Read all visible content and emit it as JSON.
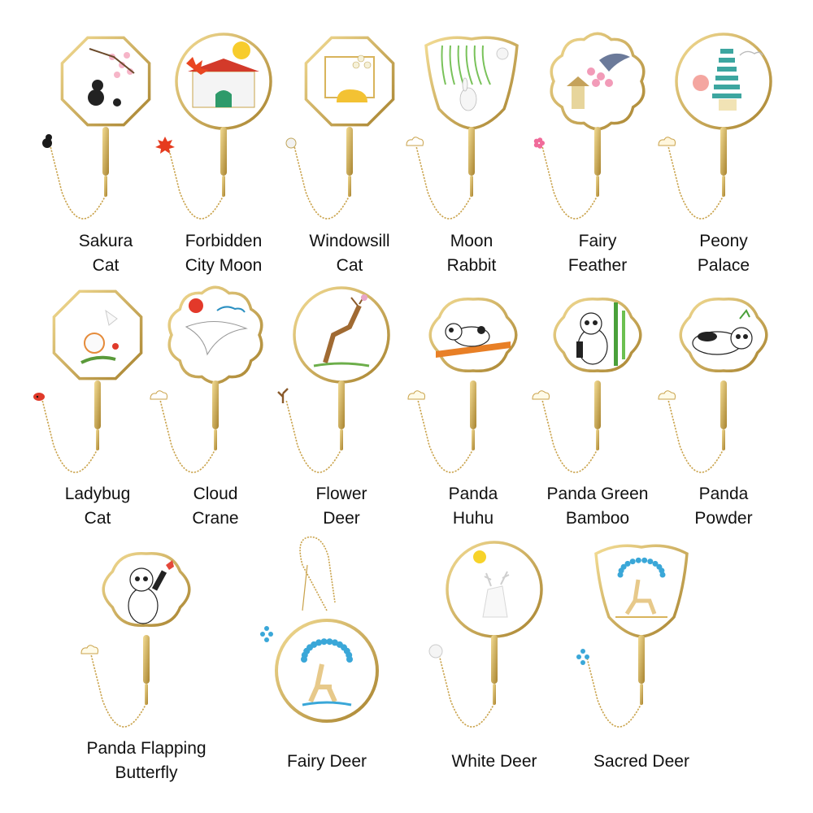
{
  "palette": {
    "gold": "#d8b45c",
    "gold_light": "#f3dc94",
    "gold_dark": "#a8832f",
    "chain": "#c9a24a",
    "fill": "#ffffff"
  },
  "bookmarks": [
    {
      "id": "sakura-cat",
      "line1": "Sakura",
      "line2": "Cat",
      "shape": "octagon",
      "scene": "cat-sakura",
      "charm": "black-cat-charm",
      "charm_color": "#1a1a1a"
    },
    {
      "id": "forbidden-city-moon",
      "line1": "Forbidden",
      "line2": "City Moon",
      "shape": "round",
      "scene": "palace-gate",
      "charm": "maple-leaf-charm",
      "charm_color": "#e63b1f"
    },
    {
      "id": "windowsill-cat",
      "line1": "Windowsill",
      "line2": "Cat",
      "shape": "octagon",
      "scene": "window-cat",
      "charm": "flower-charm",
      "charm_color": "#f2f2f2"
    },
    {
      "id": "moon-rabbit",
      "line1": "Moon",
      "line2": "Rabbit",
      "shape": "shield",
      "scene": "rabbit-willow",
      "charm": "cloud-charm",
      "charm_color": "#ffffff"
    },
    {
      "id": "fairy-feather",
      "line1": "Fairy",
      "line2": "Feather",
      "shape": "scallop",
      "scene": "crane-blossom",
      "charm": "blossom-charm",
      "charm_color": "#f06b9a"
    },
    {
      "id": "peony-palace",
      "line1": "Peony",
      "line2": "Palace",
      "shape": "round",
      "scene": "pagoda-peony",
      "charm": "cloud-charm",
      "charm_color": "#fff6dd"
    },
    {
      "id": "ladybug-cat",
      "line1": "Ladybug",
      "line2": "Cat",
      "shape": "octagon",
      "scene": "cat-lily",
      "charm": "ladybug-charm",
      "charm_color": "#e03a2a"
    },
    {
      "id": "cloud-crane",
      "line1": "Cloud",
      "line2": "Crane",
      "shape": "scallop",
      "scene": "crane-sun",
      "charm": "cloud-charm",
      "charm_color": "#ffffff"
    },
    {
      "id": "flower-deer",
      "line1": "Flower",
      "line2": "Deer",
      "shape": "round",
      "scene": "deer-brown",
      "charm": "antler-charm",
      "charm_color": "#8a5a2b"
    },
    {
      "id": "panda-huhu",
      "line1": "Panda",
      "line2": "Huhu",
      "shape": "flower",
      "scene": "panda-branch",
      "charm": "cloud-charm",
      "charm_color": "#fffbe8"
    },
    {
      "id": "panda-green-bamboo",
      "line1": "Panda Green",
      "line2": "Bamboo",
      "shape": "flower",
      "scene": "panda-bamboo",
      "charm": "cloud-charm",
      "charm_color": "#fffbe8"
    },
    {
      "id": "panda-powder",
      "line1": "Panda",
      "line2": "Powder",
      "shape": "flower",
      "scene": "panda-lying",
      "charm": "cloud-charm",
      "charm_color": "#fffbe8"
    },
    {
      "id": "panda-flapping-butterfly",
      "line1": "Panda Flapping",
      "line2": "Butterfly",
      "shape": "flower",
      "scene": "panda-butterfly",
      "charm": "cloud-charm",
      "charm_color": "#fffbe8"
    },
    {
      "id": "fairy-deer",
      "line1": "Fairy Deer",
      "line2": "",
      "shape": "hoop",
      "scene": "deer-blue-tree",
      "charm": "bead-charm",
      "charm_color": "#3aa7d8"
    },
    {
      "id": "white-deer",
      "line1": "White Deer",
      "line2": "",
      "shape": "round",
      "scene": "deer-white",
      "charm": "disc-charm",
      "charm_color": "#f5f5f5"
    },
    {
      "id": "sacred-deer",
      "line1": "Sacred Deer",
      "line2": "",
      "shape": "shield",
      "scene": "deer-sacred",
      "charm": "bead-charm",
      "charm_color": "#3aa7d8"
    }
  ]
}
